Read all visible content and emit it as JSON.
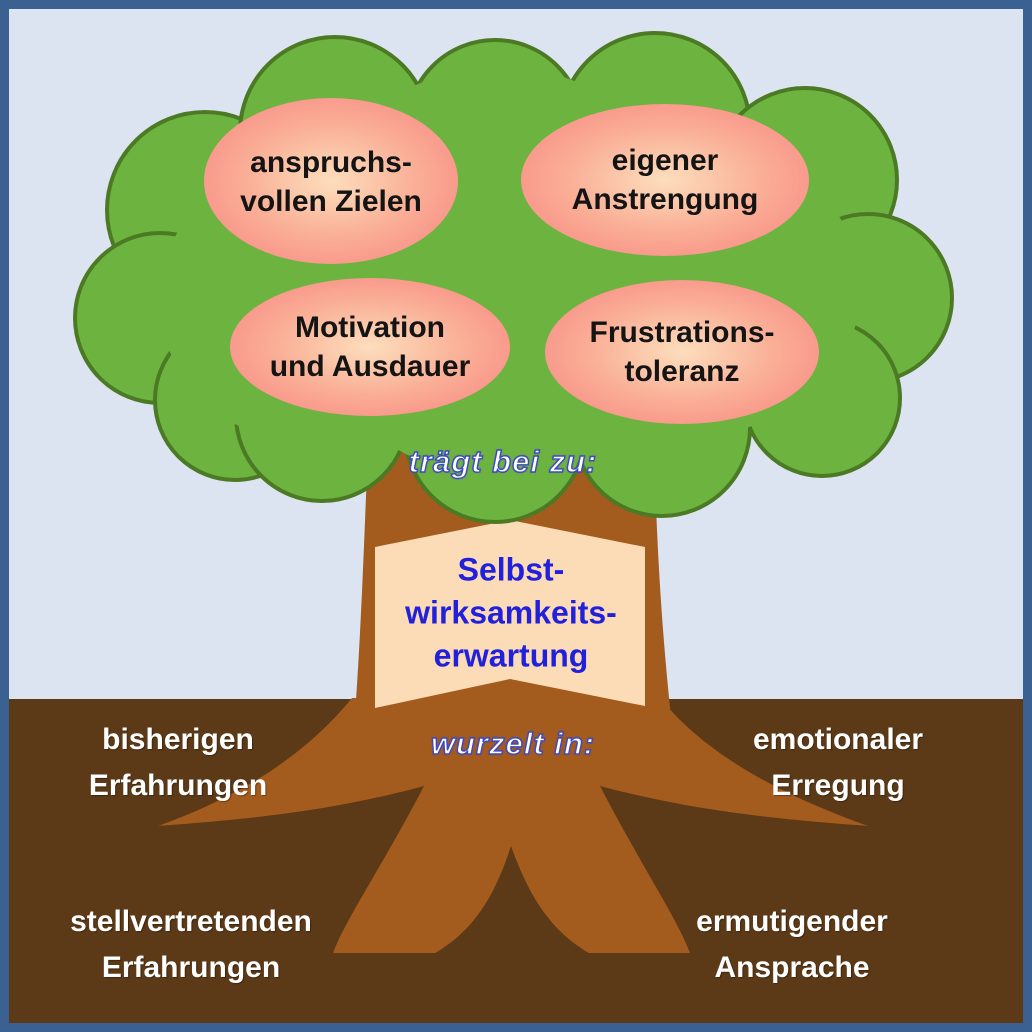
{
  "diagram": {
    "kind": "tree-metaphor-diagram",
    "crown_caption": "trägt bei zu:",
    "bubbles": [
      {
        "label": "anspruchs-\nvollen Zielen"
      },
      {
        "label": "eigener\nAnstrengung"
      },
      {
        "label": "Motivation\nund Ausdauer"
      },
      {
        "label": "Frustrations-\ntoleranz"
      }
    ],
    "trunk_banner": "Selbst-\nwirksamkeits-\nerwartung",
    "roots_caption": "wurzelt in:",
    "root_labels": [
      {
        "label": "bisherigen\nErfahrungen"
      },
      {
        "label": "emotionaler\nErregung"
      },
      {
        "label": "stellvertretenden\nErfahrungen"
      },
      {
        "label": "ermutigender\nAnsprache"
      }
    ]
  },
  "colors": {
    "frame": "#3A6191",
    "sky": "#DCE4F1",
    "crown": "#6DB33F",
    "crown_outline": "#4C7A24",
    "trunk": "#A45B1E",
    "soil": "#5D3A17",
    "banner_bg": "#FCDCB7",
    "banner_text": "#2121DC",
    "bubble_center": "#FCDEBC",
    "bubble_mid": "#FAAE96",
    "bubble_edge": "#F88C85",
    "caption_fill": "#FFFFFF",
    "caption_outline": "#3D49C4",
    "ground_text": "#FFFFFF"
  }
}
